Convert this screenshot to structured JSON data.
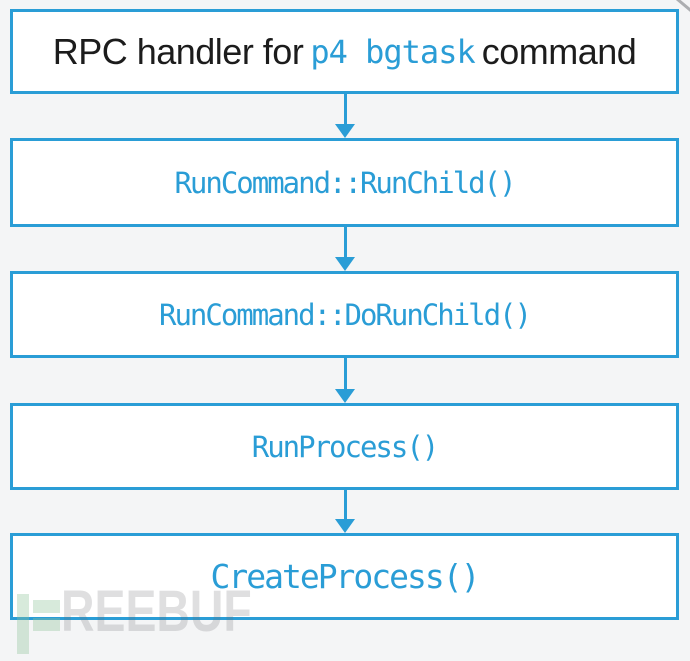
{
  "page": {
    "background_color": "#f4f5f6"
  },
  "diagram": {
    "type": "flowchart",
    "direction": "top-down",
    "accent_color": "#2a9dd6",
    "text_color": "#1c1c1c",
    "node_fill": "#ffffff",
    "nodes": [
      {
        "id": "rpc-handler",
        "label_prefix": "RPC handler for",
        "label_code": "p4 bgtask",
        "label_suffix": "command"
      },
      {
        "id": "run-child",
        "label": "RunCommand::RunChild()"
      },
      {
        "id": "do-run-child",
        "label": "RunCommand::DoRunChild()"
      },
      {
        "id": "run-process",
        "label": "RunProcess()"
      },
      {
        "id": "create-process",
        "label": "CreateProcess()"
      }
    ],
    "edges": [
      {
        "from": "rpc-handler",
        "to": "run-child"
      },
      {
        "from": "run-child",
        "to": "do-run-child"
      },
      {
        "from": "do-run-child",
        "to": "run-process"
      },
      {
        "from": "run-process",
        "to": "create-process"
      }
    ]
  },
  "watermark": {
    "brand": "FreeBuf",
    "visible_text": "REEBUF",
    "icon": "freebuf-logo-icon"
  }
}
